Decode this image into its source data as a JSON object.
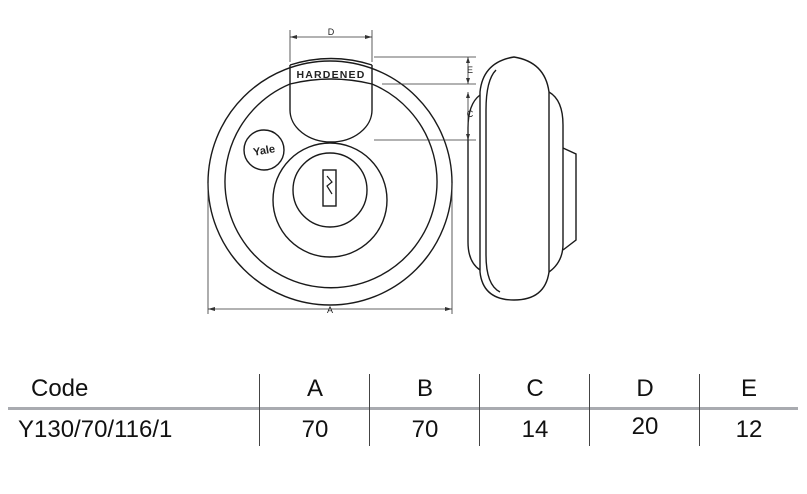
{
  "drawing": {
    "stamp_text": "HARDENED",
    "brand_text": "Yale",
    "dimension_labels": {
      "A": "A",
      "C": "C",
      "D": "D",
      "E": "E"
    }
  },
  "table": {
    "headers": [
      "Code",
      "A",
      "B",
      "C",
      "D",
      "E"
    ],
    "rows": [
      [
        "Y130/70/116/1",
        "70",
        "70",
        "14",
        "20",
        "12"
      ]
    ]
  }
}
